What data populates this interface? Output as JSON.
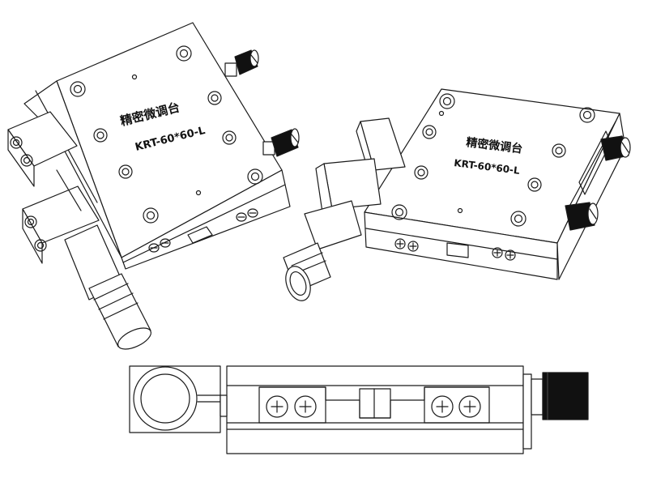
{
  "views": {
    "left_iso": {
      "name_cn": "精密微调台",
      "model": "KRT-60*60-L"
    },
    "right_iso": {
      "name_cn": "精密微调台",
      "model": "KRT-60*60-L"
    },
    "side": {}
  },
  "colors": {
    "line": "#1a1a1a",
    "face": "#ffffff",
    "knob": "#111111"
  }
}
